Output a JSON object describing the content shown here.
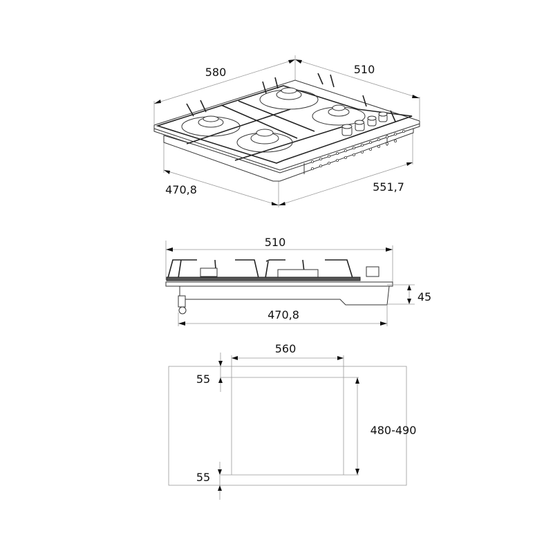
{
  "isometric_view": {
    "dim_depth_top": "580",
    "dim_width_top": "510",
    "dim_depth_bottom": "470,8",
    "dim_width_bottom": "551,7"
  },
  "side_view": {
    "dim_width_top": "510",
    "dim_height": "45",
    "dim_width_bottom": "470,8"
  },
  "cutout_view": {
    "dim_cutout_width": "560",
    "dim_margin_top": "55",
    "dim_cutout_depth": "480-490",
    "dim_margin_bottom": "55"
  }
}
